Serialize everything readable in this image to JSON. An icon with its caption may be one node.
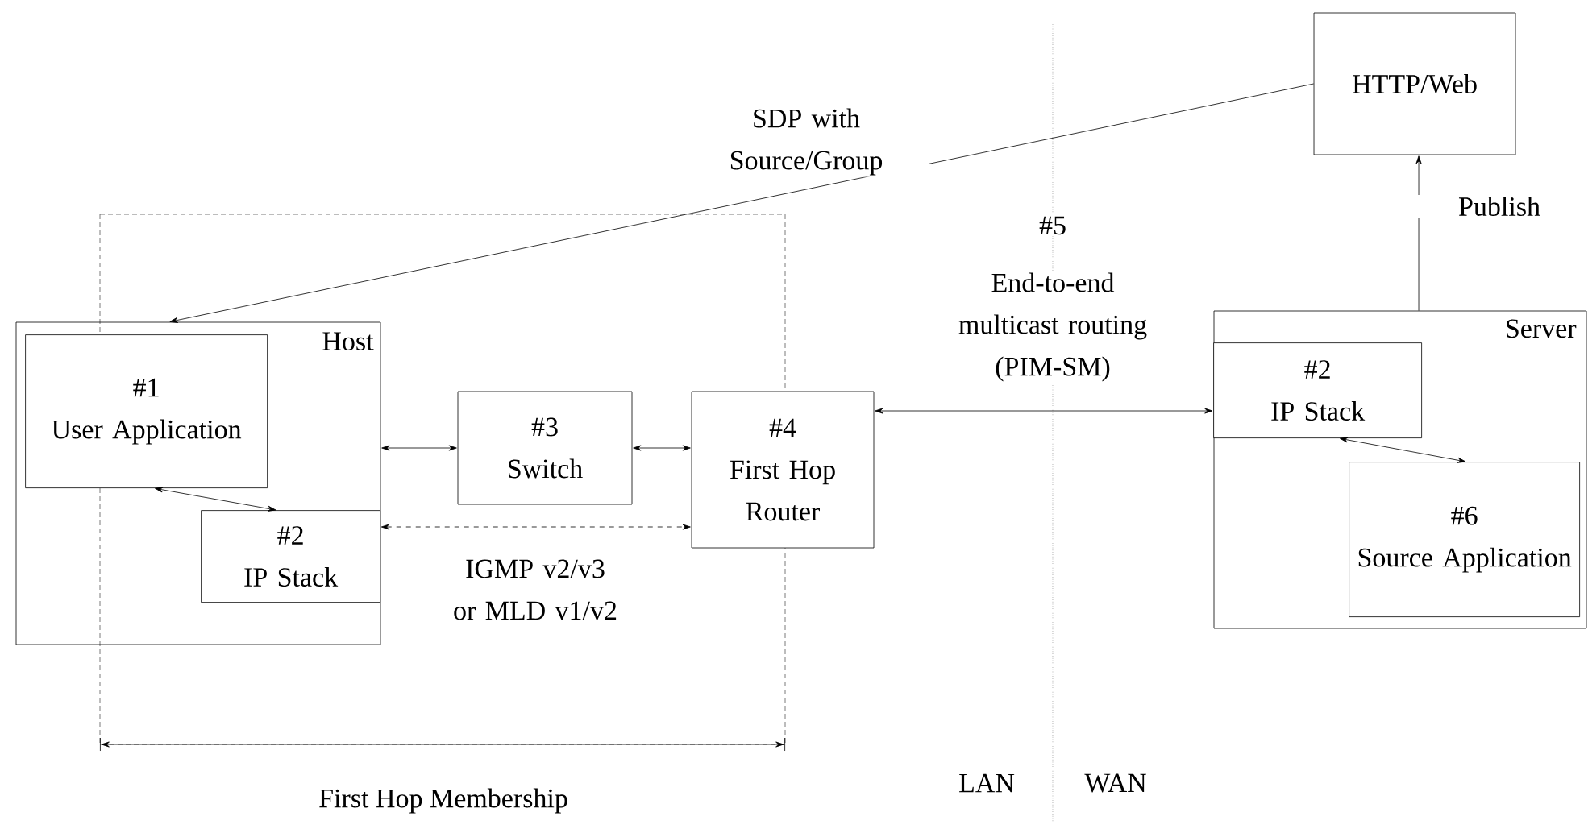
{
  "diagram": {
    "nodes": [
      {
        "text": [
          "Host"
        ]
      },
      {
        "text": [
          "#1",
          "User Application"
        ],
        "in": 0
      },
      {
        "text": [
          "#2",
          "IP Stack"
        ],
        "in": 0
      },
      {
        "text": [
          "#3",
          "Switch"
        ]
      },
      {
        "text": [
          "#4",
          "First Hop Router"
        ]
      },
      {
        "text": [
          "HTTP/Web"
        ]
      },
      {
        "text": [
          "Server"
        ]
      },
      {
        "text": [
          "#2",
          "IP Stack"
        ],
        "in": 6
      },
      {
        "text": [
          "#6",
          "Source Application"
        ],
        "in": 6
      }
    ],
    "edges": [
      {
        "from": 5,
        "to": 0,
        "arrow": "to",
        "label": "SDP with Source/Group"
      },
      {
        "from": 1,
        "to": 2,
        "arrow": "both"
      },
      {
        "from": 0,
        "to": 3,
        "arrow": "both"
      },
      {
        "from": 3,
        "to": 4,
        "arrow": "both"
      },
      {
        "from": 2,
        "to": 4,
        "arrow": "both",
        "style": "dashed",
        "label": "IGMP v2/v3 or MLD v1/v2"
      },
      {
        "from": 4,
        "to": 7,
        "arrow": "both",
        "label": "End-to-end multicast routing (PIM-SM)"
      },
      {
        "from": 6,
        "to": 5,
        "arrow": "to",
        "label": "Publish"
      },
      {
        "from": 7,
        "to": 8,
        "arrow": "both"
      }
    ],
    "labels": [
      "#5",
      "First Hop Membership",
      "LAN",
      "WAN"
    ]
  }
}
